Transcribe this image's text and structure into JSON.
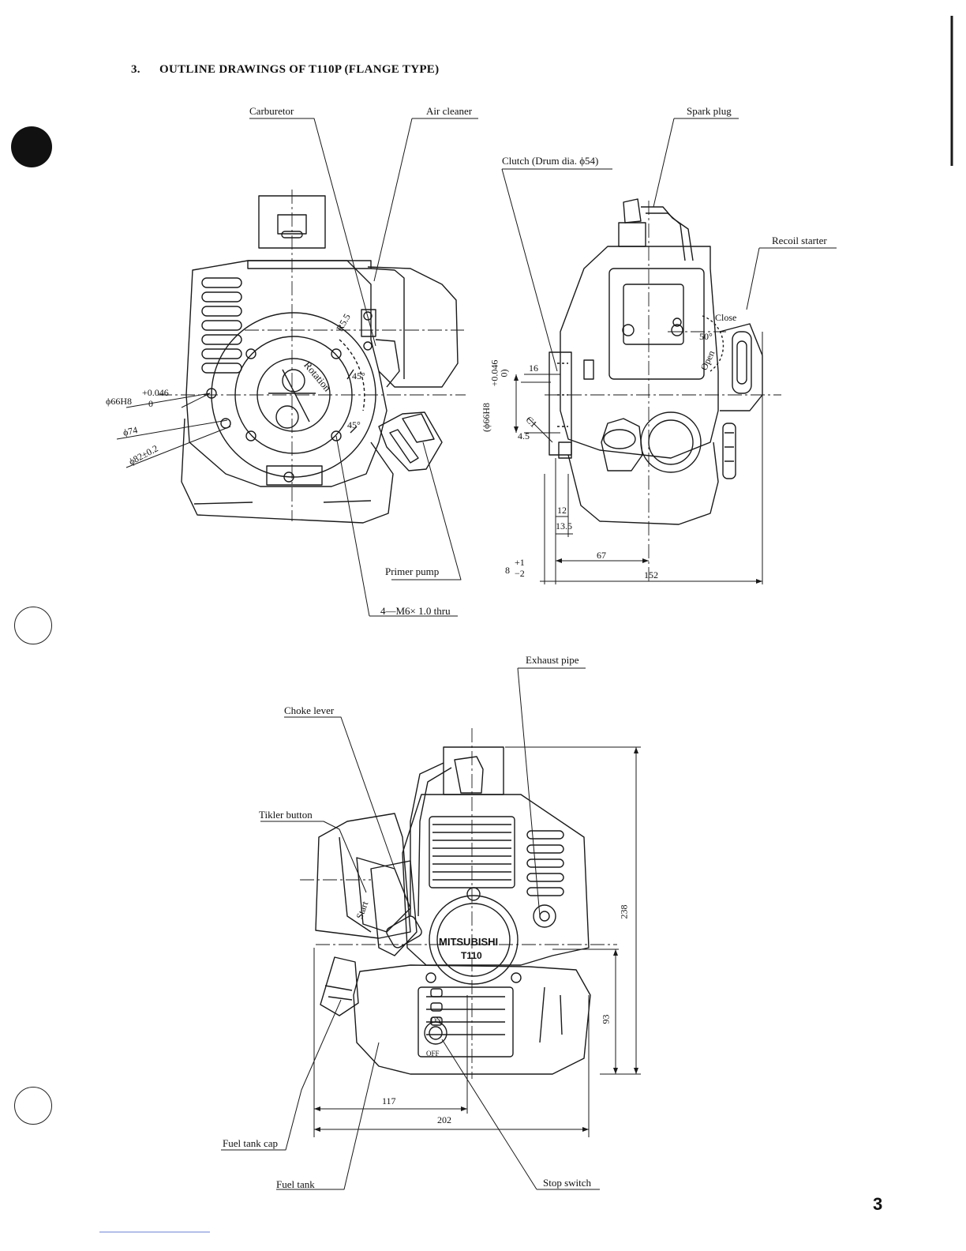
{
  "heading": {
    "number": "3.",
    "title": "OUTLINE DRAWINGS OF T110P (FLANGE TYPE)"
  },
  "page_number": "3",
  "callouts": {
    "carburetor": "Carburetor",
    "air_cleaner": "Air cleaner",
    "spark_plug": "Spark plug",
    "clutch": "Clutch (Drum dia. ϕ54)",
    "recoil_starter": "Recoil starter",
    "primer_pump": "Primer pump",
    "bolt_holes": "4—M6× 1.0 thru",
    "exhaust_pipe": "Exhaust pipe",
    "choke_lever": "Choke lever",
    "tikler_button": "Tikler button",
    "fuel_tank_cap": "Fuel tank cap",
    "fuel_tank": "Fuel tank",
    "stop_switch": "Stop switch"
  },
  "front_view": {
    "fit_main": "ϕ66H8",
    "fit_upper": "+0.046",
    "fit_lower": "0",
    "dia_74": "ϕ74",
    "dia_82": "ϕ82±0.2",
    "radius": "R5.5",
    "angle_upper": "45°",
    "angle_lower": "45°",
    "rotation": "Rotation"
  },
  "side_view": {
    "fit": "(ϕ66H8",
    "fit_upper": "+0.046",
    "fit_lower": "0)",
    "d16": "16",
    "chamfer": "C1",
    "d4_5": "4.5",
    "d12": "12",
    "d13_5": "13.5",
    "d8": "8",
    "d8_tol_upper": "+1",
    "d8_tol_lower": "−2",
    "d67": "67",
    "d152": "152",
    "choke_close": "Close",
    "choke_angle": "50°",
    "choke_open": "Open"
  },
  "top_view": {
    "d238": "238",
    "d93": "93",
    "d117": "117",
    "d202": "202",
    "start": "Start",
    "switch_on": "ON",
    "switch_off": "OFF",
    "brand": "MITSUBISHI",
    "model": "T110"
  }
}
